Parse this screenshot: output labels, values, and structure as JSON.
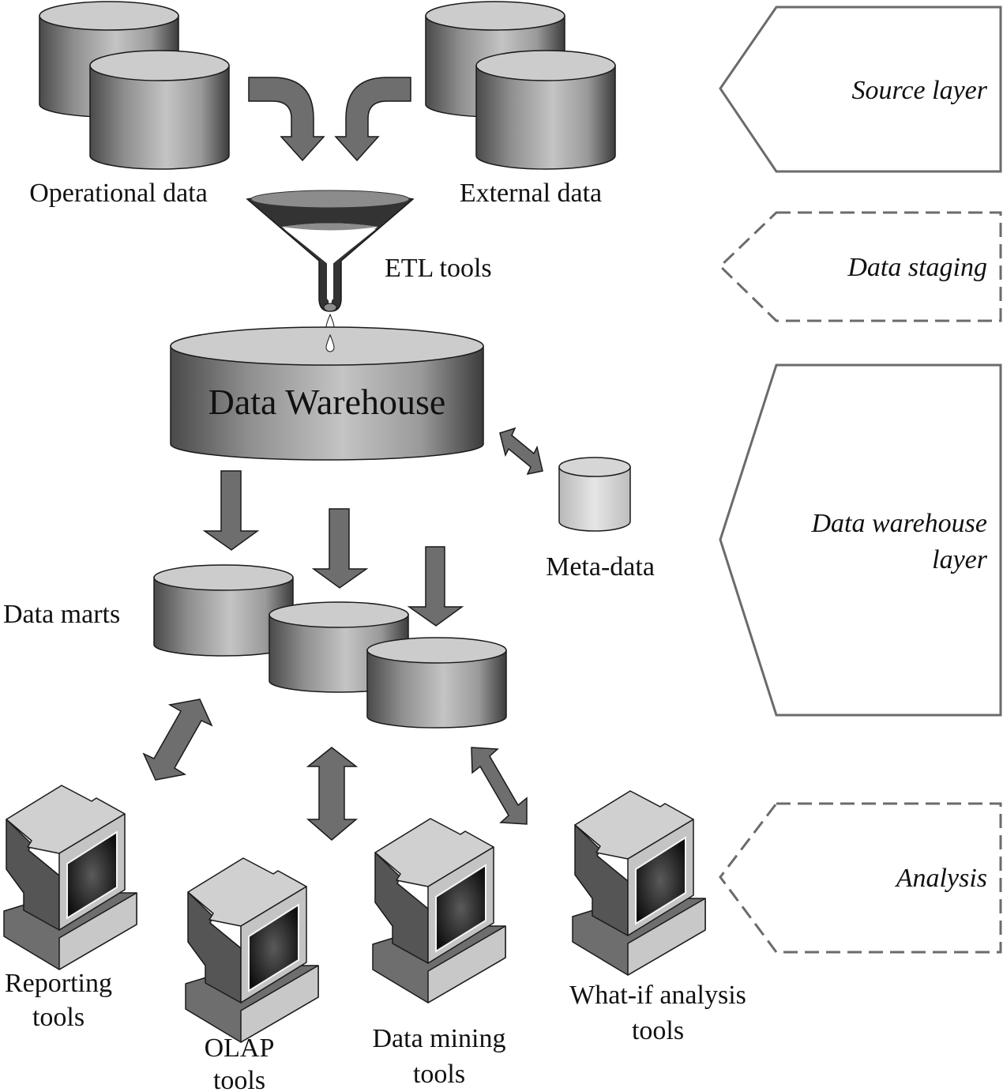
{
  "diagram": {
    "title": "Data warehouse architecture",
    "sources": [
      {
        "id": "operational",
        "label": "Operational data"
      },
      {
        "id": "external",
        "label": "External data"
      }
    ],
    "etl": {
      "label": "ETL tools"
    },
    "warehouse": {
      "label": "Data Warehouse"
    },
    "metadata": {
      "label": "Meta-data"
    },
    "data_marts": {
      "label": "Data marts",
      "count": 3
    },
    "tools": [
      {
        "id": "reporting",
        "label_line1": "Reporting",
        "label_line2": "tools"
      },
      {
        "id": "olap",
        "label_line1": "OLAP",
        "label_line2": "tools"
      },
      {
        "id": "mining",
        "label_line1": "Data mining",
        "label_line2": "tools"
      },
      {
        "id": "whatif",
        "label_line1": "What-if analysis",
        "label_line2": "tools"
      }
    ],
    "layers": [
      {
        "id": "source",
        "label_line1": "Source layer",
        "label_line2": "",
        "style": "solid"
      },
      {
        "id": "staging",
        "label_line1": "Data staging",
        "label_line2": "",
        "style": "dashed"
      },
      {
        "id": "dw",
        "label_line1": "Data warehouse",
        "label_line2": "layer",
        "style": "solid"
      },
      {
        "id": "analysis",
        "label_line1": "Analysis",
        "label_line2": "",
        "style": "dashed"
      }
    ],
    "colors": {
      "arrow_fill": "#6e6e6e",
      "cylinder_top": "#cccccc",
      "cylinder_side_dark": "#4a4a4a",
      "cylinder_side_light": "#c4c4c4",
      "layer_stroke": "#6b6b6b",
      "funnel_dark": "#333333"
    }
  }
}
